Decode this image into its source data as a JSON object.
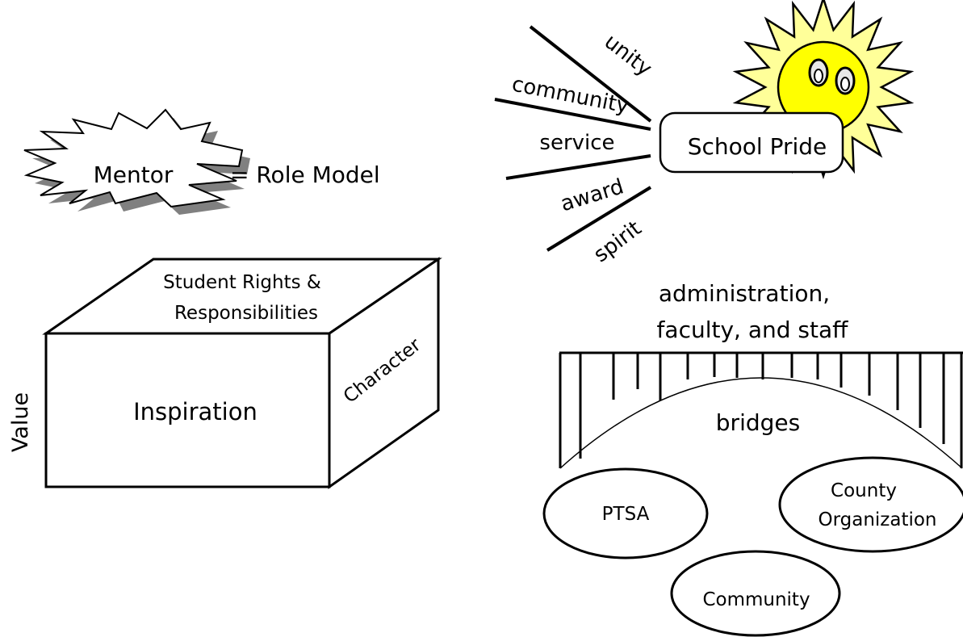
{
  "mentor": {
    "burst_label": "Mentor",
    "equation": "= Role Model"
  },
  "box": {
    "top_label_line1": "Student Rights &",
    "top_label_line2": "Responsibilities",
    "front_label": "Inspiration",
    "side_label": "Character",
    "left_label": "Value"
  },
  "pride": {
    "center_label": "School Pride",
    "rays": [
      "unity",
      "community",
      "service",
      "award",
      "spirit"
    ]
  },
  "bridge": {
    "caption_line1": "administration,",
    "caption_line2": "faculty, and staff",
    "arch_label": "bridges",
    "ovals": {
      "ptsa": "PTSA",
      "county_line1": "County",
      "county_line2": "Organization",
      "community": "Community"
    }
  },
  "colors": {
    "sun_rays": "#ffff99",
    "sun_face": "#ffff00",
    "shadow": "#808080",
    "ink": "#000000"
  }
}
